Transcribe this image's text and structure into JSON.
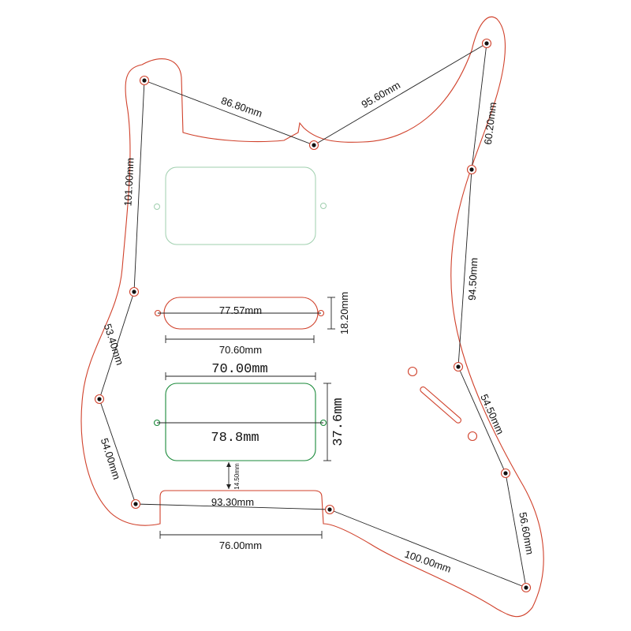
{
  "colors": {
    "outline": "#d0412b",
    "pickup_frame_green": "#1a8a3a",
    "pickup_frame_light": "#9fcfae",
    "dimension_line": "#222222"
  },
  "dimensions": {
    "top_left_edge": "86.80mm",
    "top_right_edge": "95.60mm",
    "right_upper_edge": "60.20mm",
    "left_upper_edge": "101.00mm",
    "right_middle_edge": "94.50mm",
    "left_middle_edge": "53.40mm",
    "right_lower_edge": "54.50mm",
    "left_lower_edge": "54.00mm",
    "right_bottom_edge": "56.60mm",
    "bottom_edge": "100.00mm",
    "bottom_left_edge": "93.30mm",
    "single_coil_screw_spacing": "77.57mm",
    "single_coil_width": "70.60mm",
    "single_coil_height": "18.20mm",
    "humbucker_width": "70.00mm",
    "humbucker_screw_spacing": "78.8mm",
    "humbucker_height": "37.6mm",
    "humbucker_to_edge": "14.50mm",
    "bottom_notch_width": "76.00mm"
  }
}
